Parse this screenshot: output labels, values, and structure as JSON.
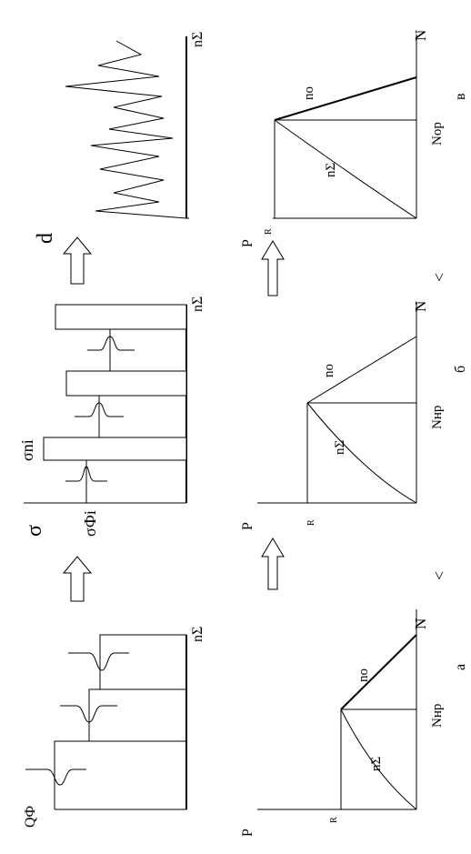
{
  "figure": {
    "panel_a_top": {
      "y_label": "QФ",
      "x_label": "nΣ"
    },
    "panel_b_top": {
      "y_label": "σ",
      "sigma_fi_label": "σФi",
      "sigma_ni_label": "σni",
      "x_label": "nΣ"
    },
    "panel_c_top": {
      "y_label": "d",
      "x_label": "nΣ"
    },
    "panel_a_bottom": {
      "y_label": "P",
      "r_label": "R",
      "x_label": "N",
      "n_sigma_label": "nΣ",
      "n_o_label": "no",
      "n_break_label": "Nнр",
      "caption": "а",
      "mark": "<"
    },
    "panel_b_bottom": {
      "y_label": "P",
      "r_label": "R",
      "x_label": "N",
      "n_sigma_label": "nΣ",
      "n_o_label": "no",
      "n_break_label": "Nнр",
      "caption": "б",
      "mark": "<"
    },
    "panel_c_bottom": {
      "y_label": "P",
      "r_label": "R",
      "x_label": "N",
      "n_sigma_label": "nΣ",
      "n_o_label": "no",
      "n_break_label": "Nор",
      "caption": "в"
    }
  }
}
